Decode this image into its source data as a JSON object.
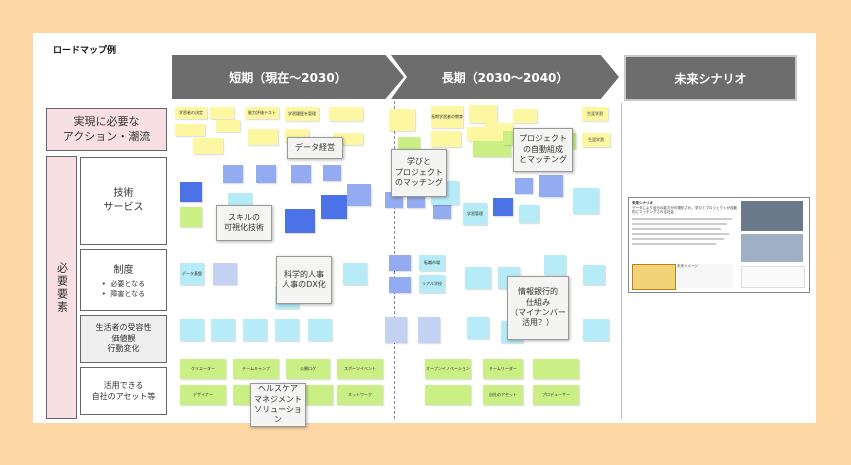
{
  "title": "ロードマップ例",
  "phases": {
    "short": "短期（現在～2030）",
    "long": "長期（2030～2040）",
    "future": "未来シナリオ"
  },
  "rows": {
    "action": "実現に必要な\nアクション・潮流",
    "required": "必要要素",
    "tech": "技術\nサービス",
    "system_title": "制度",
    "system_items": [
      "必要となる",
      "障害となる"
    ],
    "values": "生活者の受容性\n価値観\n行動変化",
    "assets": "活用できる\n自社のアセット等"
  },
  "callouts": {
    "data_mgmt": "データ経営",
    "skill": "スキルの\n可視化技術",
    "hr": "科学的人事\n人事のDX化",
    "learn": "学びと\nプロジェクト\nのマッチング",
    "project": "プロジェクト\nの自動組成\nとマッチング",
    "bank": "情報銀行的\n仕組み\n（マイナンバー\n活用？）",
    "health": "ヘルスケア\nマネジメント\nソリューション"
  },
  "notes": {
    "n1": "学習者の決定",
    "n2": "能力評価テスト",
    "n3": "学習履歴を管理",
    "n4": "長期学習者の教育",
    "n5": "学習管理",
    "n6": "リアル学校",
    "n7": "転職市場",
    "n8": "生涯学習",
    "n9": "生涯学習",
    "n10": "クリエーター",
    "n11": "チームキャンプ",
    "n12": "公開ログ",
    "n13": "スポーツイベント",
    "n14": "チームリーダー",
    "n15": "ネットワーク",
    "n16": "デザイナー",
    "n17": "オープンイノベーション",
    "n18": "自社のアセット",
    "n19": "プロデューサー",
    "n20": "データ基盤"
  },
  "future_doc": {
    "heading": "未来シナリオ",
    "body": "データにより自分の能力が可視化され、学びとプロジェクトが自動的にマッチングされる社会",
    "caption": "未来イメージ"
  }
}
